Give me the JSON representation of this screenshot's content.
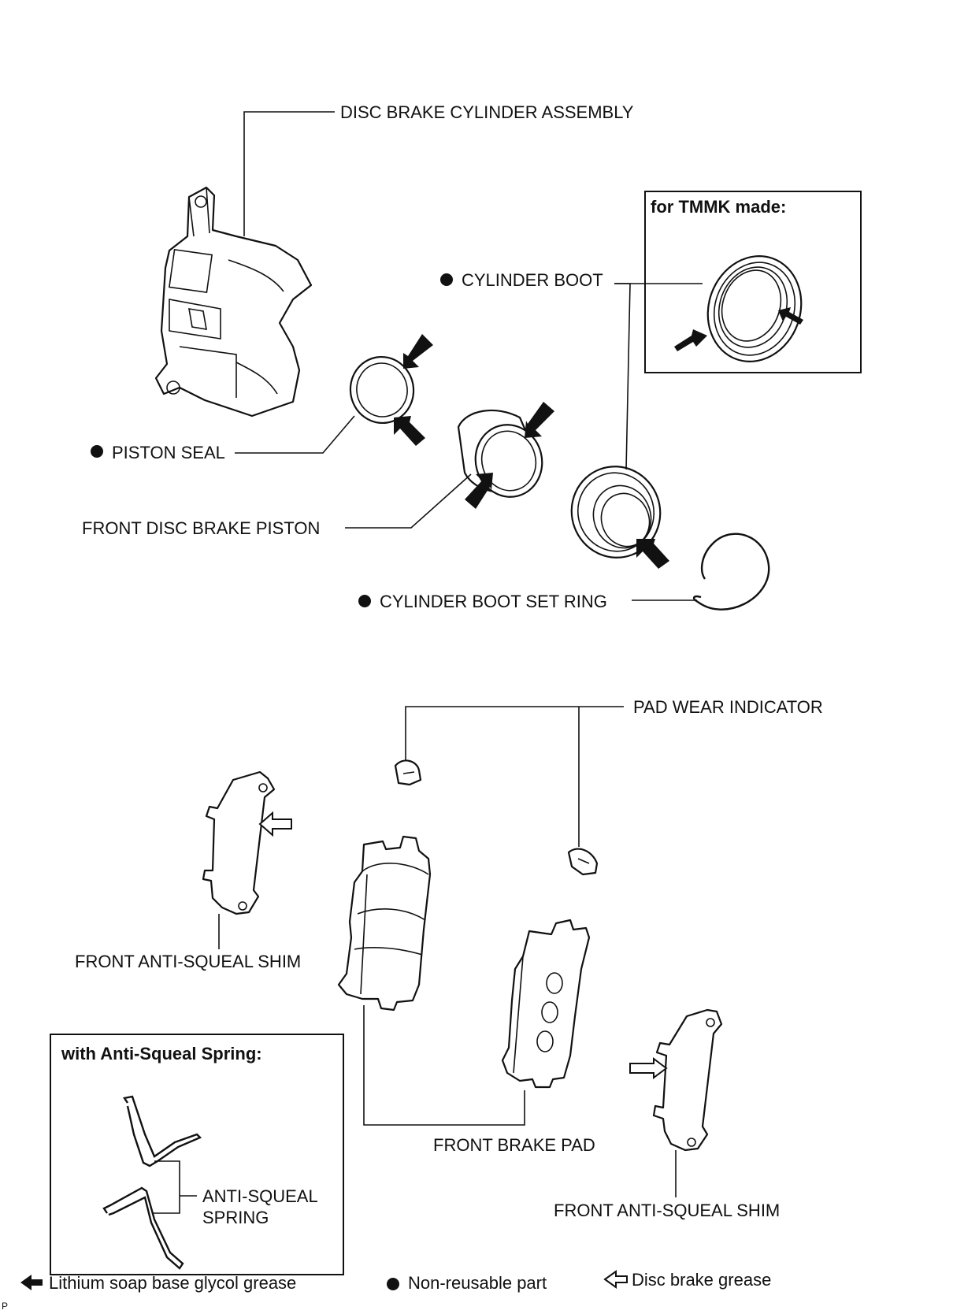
{
  "labels": {
    "disc_brake_cylinder_assembly": "DISC BRAKE CYLINDER ASSEMBLY",
    "cylinder_boot": "CYLINDER BOOT",
    "piston_seal": "PISTON SEAL",
    "front_disc_brake_piston": "FRONT DISC BRAKE PISTON",
    "cylinder_boot_set_ring": "CYLINDER BOOT SET RING",
    "pad_wear_indicator": "PAD WEAR INDICATOR",
    "front_anti_squeal_shim_left": "FRONT ANTI-SQUEAL SHIM",
    "front_brake_pad": "FRONT BRAKE PAD",
    "front_anti_squeal_shim_right": "FRONT ANTI-SQUEAL SHIM",
    "anti_squeal_spring_line1": "ANTI-SQUEAL",
    "anti_squeal_spring_line2": "SPRING"
  },
  "insets": {
    "tmmk_title": "for TMMK made:",
    "spring_title": "with Anti-Squeal Spring:"
  },
  "legend": {
    "lithium_grease": "Lithium soap base glycol grease",
    "non_reusable": "Non-reusable part",
    "disc_brake_grease": "Disc brake grease"
  },
  "corner_mark": "P"
}
